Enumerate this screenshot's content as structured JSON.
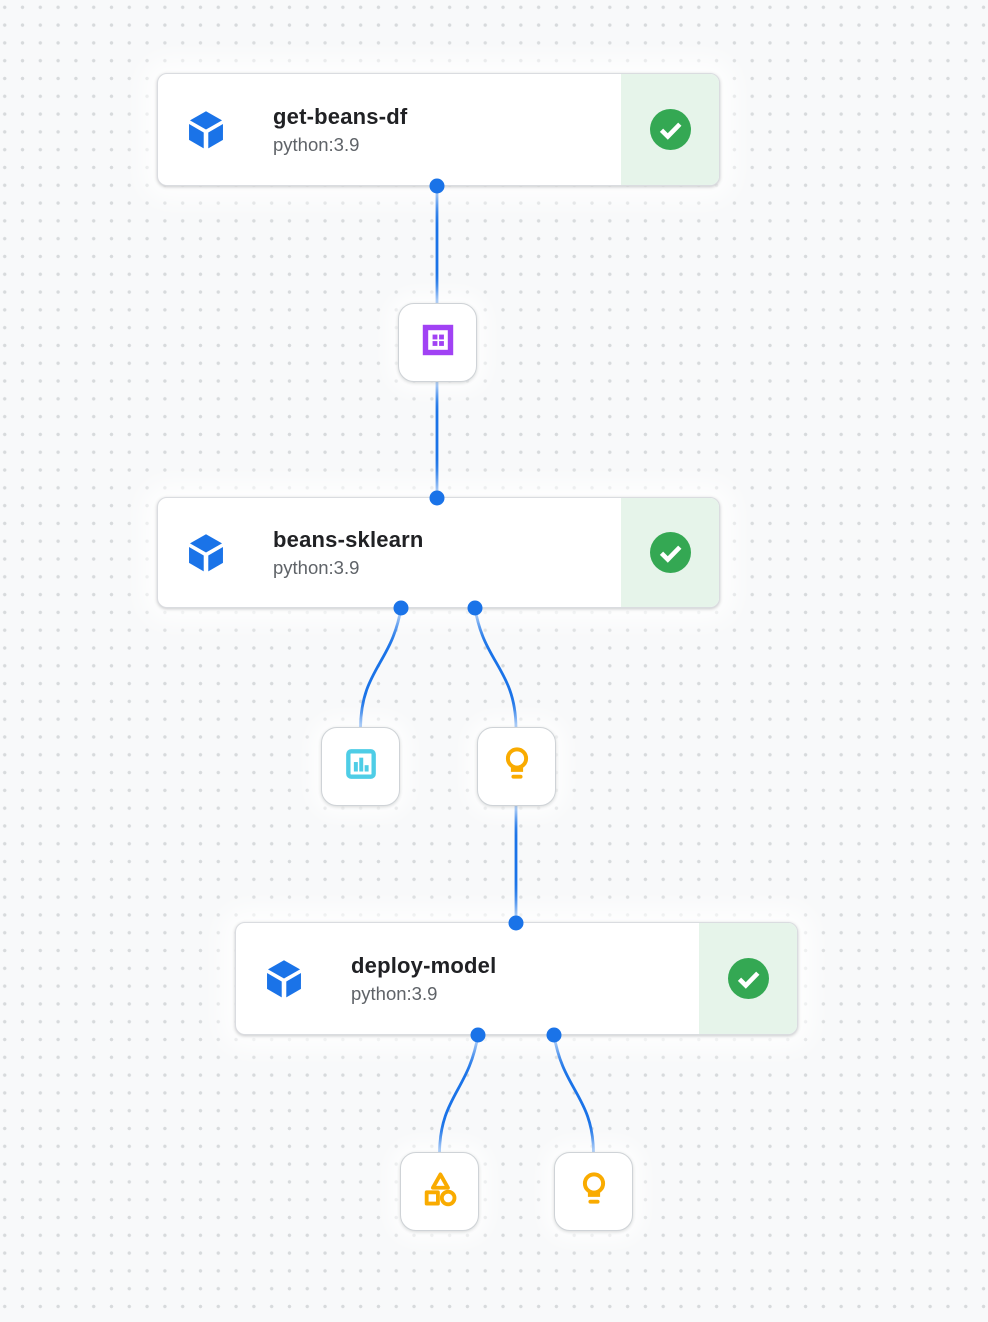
{
  "canvas": {
    "background_color": "#F8F9FA",
    "dot_color": "#D7DADC"
  },
  "colors": {
    "connector_blue": "#1A73E8",
    "success_green": "#34A853",
    "success_background": "#E6F4EA",
    "component_icon_blue": "#1A73E8",
    "dataset_icon_purple": "#A142F4",
    "metrics_icon_cyan": "#4ECDE6",
    "model_icon_amber": "#F9AB00",
    "title_text": "#202124",
    "subtitle_text": "#5F6368"
  },
  "nodes": [
    {
      "title": "get-beans-df",
      "subtitle": "python:3.9",
      "icon": "cube-icon",
      "status_icon": "check-circle-icon"
    },
    {
      "title": "beans-sklearn",
      "subtitle": "python:3.9",
      "icon": "cube-icon",
      "status_icon": "check-circle-icon"
    },
    {
      "title": "deploy-model",
      "subtitle": "python:3.9",
      "icon": "cube-icon",
      "status_icon": "check-circle-icon"
    }
  ],
  "artifacts": [
    {
      "type": "dataset",
      "icon": "dataset-icon",
      "color": "#A142F4"
    },
    {
      "type": "metrics",
      "icon": "metrics-icon",
      "color": "#4ECDE6"
    },
    {
      "type": "model",
      "icon": "lightbulb-icon",
      "color": "#F9AB00"
    },
    {
      "type": "artifact",
      "icon": "shapes-icon",
      "color": "#F9AB00"
    },
    {
      "type": "model",
      "icon": "lightbulb-icon",
      "color": "#F9AB00"
    }
  ],
  "edges": [
    {
      "from": "get-beans-df",
      "to": "artifact-dataset"
    },
    {
      "from": "artifact-dataset",
      "to": "beans-sklearn"
    },
    {
      "from": "beans-sklearn",
      "to": "artifact-metrics"
    },
    {
      "from": "beans-sklearn",
      "to": "artifact-model"
    },
    {
      "from": "artifact-model",
      "to": "deploy-model"
    },
    {
      "from": "deploy-model",
      "to": "artifact-shapes"
    },
    {
      "from": "deploy-model",
      "to": "artifact-model-2"
    }
  ]
}
